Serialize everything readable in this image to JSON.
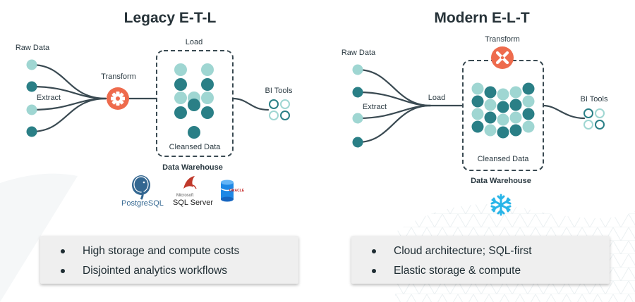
{
  "colors": {
    "teal_light": "#9fd6d2",
    "teal_dark": "#2a7f86",
    "orange": "#ee6b4d",
    "line": "#3a4a52",
    "card_bg": "#efefef"
  },
  "legacy": {
    "title": "Legacy E-T-L",
    "raw_data_label": "Raw Data",
    "extract_label": "Extract",
    "transform_label": "Transform",
    "load_label": "Load",
    "cleansed_label": "Cleansed Data",
    "warehouse_label": "Data Warehouse",
    "bi_tools_label": "BI Tools",
    "transform_icon": "gear-icon",
    "logos": {
      "postgres": "PostgreSQL",
      "sqlserver_small": "Microsoft",
      "sqlserver": "SQL Server",
      "oracle": "ORACLE"
    },
    "bullets": [
      "High storage and compute costs",
      "Disjointed analytics workflows"
    ]
  },
  "modern": {
    "title": "Modern E-L-T",
    "raw_data_label": "Raw Data",
    "extract_label": "Extract",
    "load_label": "Load",
    "transform_label": "Transform",
    "cleansed_label": "Cleansed Data",
    "warehouse_label": "Data Warehouse",
    "bi_tools_label": "BI Tools",
    "transform_icon": "dbt-icon",
    "warehouse_icon": "snowflake-icon",
    "bullets": [
      "Cloud architecture; SQL-first",
      "Elastic storage & compute"
    ]
  }
}
